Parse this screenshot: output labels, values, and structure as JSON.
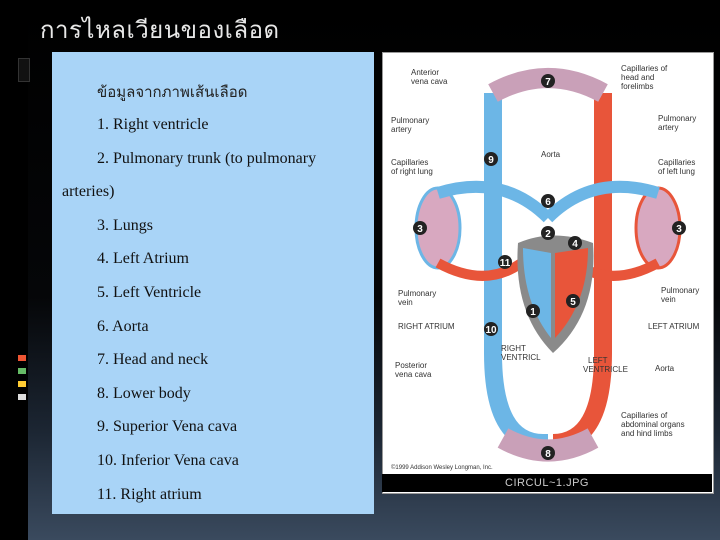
{
  "slide": {
    "title": "การไหลเวียนของเลือด",
    "heading": "ข้อมูลจากภาพเส้นเลือด",
    "items": [
      "1. Right ventricle",
      "2. Pulmonary trunk (to pulmonary",
      "arteries)",
      "3. Lungs",
      "4. Left Atrium",
      "5. Left Ventricle",
      "6. Aorta",
      "7. Head and neck",
      "8. Lower body",
      "9. Superior Vena cava",
      "10. Inferior Vena cava",
      "11. Right atrium"
    ]
  },
  "figure": {
    "labels": {
      "anterior_vena_cava": [
        "Anterior",
        "vena cava"
      ],
      "cap_head": [
        "Capillaries of",
        "head and",
        "forelimbs"
      ],
      "pulm_artery_l": [
        "Pulmonary",
        "artery"
      ],
      "pulm_artery_r": [
        "Pulmonary",
        "artery"
      ],
      "aorta_top": "Aorta",
      "cap_right_lung": [
        "Capillaries",
        "of right lung"
      ],
      "cap_left_lung": [
        "Capillaries",
        "of left lung"
      ],
      "pulm_vein_l": [
        "Pulmonary",
        "vein"
      ],
      "pulm_vein_r": [
        "Pulmonary",
        "vein"
      ],
      "right_atrium": "RIGHT ATRIUM",
      "left_atrium": "LEFT ATRIUM",
      "right_ventricle": [
        "RIGHT",
        "VENTRICL"
      ],
      "left_ventricle": [
        "LEFT",
        "VENTRICLE"
      ],
      "posterior_vena_cava": [
        "Posterior",
        "vena cava"
      ],
      "aorta_bottom": "Aorta",
      "cap_abdominal": [
        "Capillaries of",
        "abdominal organs",
        "and hind limbs"
      ],
      "copyright": "©1999 Addison Wesley Longman, Inc."
    },
    "numbers": [
      "1",
      "2",
      "3",
      "3",
      "4",
      "5",
      "6",
      "7",
      "8",
      "9",
      "10",
      "11"
    ],
    "caption": "CIRCUL~1.JPG"
  },
  "colors": {
    "panel": "#a9d4f7",
    "blue_vessel": "#6cb6e6",
    "red_vessel": "#e8553a"
  }
}
